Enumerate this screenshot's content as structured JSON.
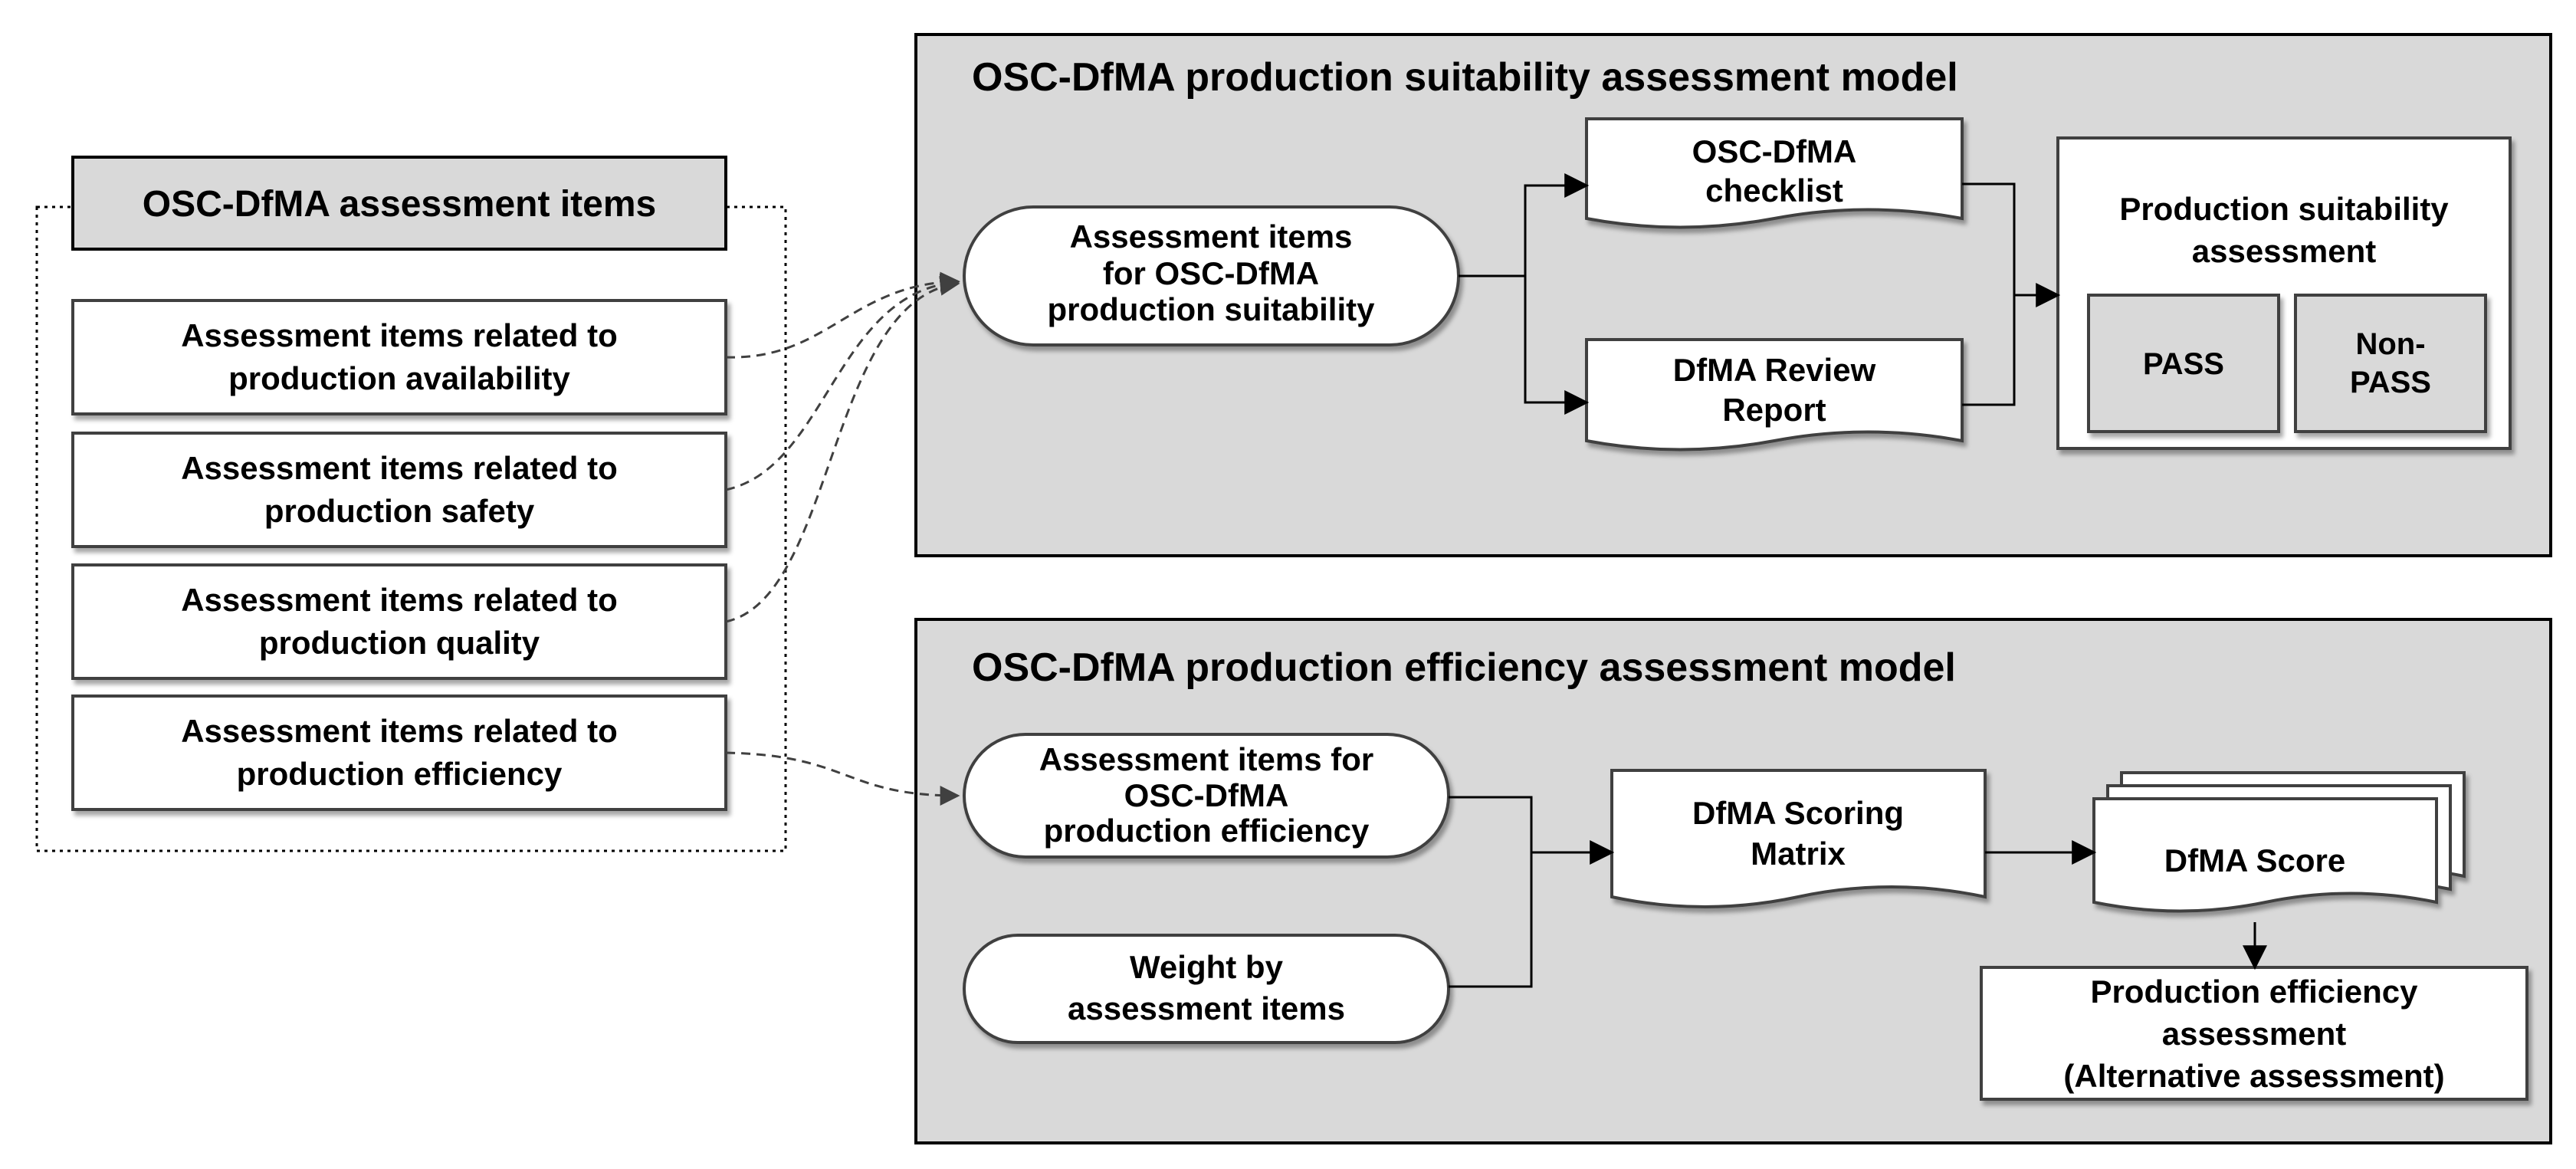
{
  "left_group": {
    "title": "OSC-DfMA assessment items",
    "items": [
      [
        "Assessment items related to",
        "production availability"
      ],
      [
        "Assessment items related to",
        "production safety"
      ],
      [
        "Assessment items related to",
        "production quality"
      ],
      [
        "Assessment items related to",
        "production efficiency"
      ]
    ]
  },
  "suitability_model": {
    "title": "OSC-DfMA production suitability assessment model",
    "input": [
      "Assessment items",
      "for OSC-DfMA",
      "production suitability"
    ],
    "checklist": [
      "OSC-DfMA",
      "checklist"
    ],
    "review_report": [
      "DfMA Review",
      "Report"
    ],
    "assessment": [
      "Production suitability",
      "assessment"
    ],
    "pass": "PASS",
    "non_pass": [
      "Non-",
      "PASS"
    ]
  },
  "efficiency_model": {
    "title": "OSC-DfMA production efficiency assessment model",
    "input": [
      "Assessment items for",
      "OSC-DfMA",
      "production efficiency"
    ],
    "weight": [
      "Weight by",
      "assessment items"
    ],
    "matrix": [
      "DfMA Scoring",
      "Matrix"
    ],
    "score": "DfMA Score",
    "assessment": [
      "Production efficiency",
      "assessment",
      "(Alternative assessment)"
    ]
  }
}
